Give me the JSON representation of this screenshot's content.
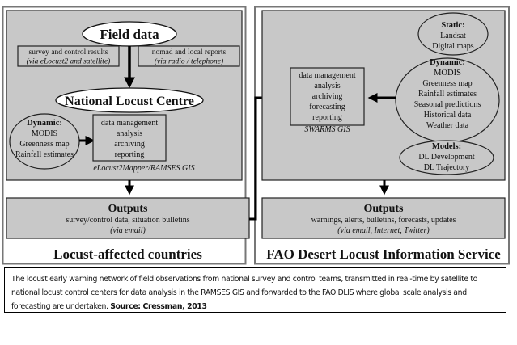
{
  "left_panel": {
    "title": "Locust-affected countries",
    "field_data": "Field data",
    "survey_box": {
      "line1": "survey and control results",
      "line2": "(via eLocust2 and satellite)"
    },
    "nomad_box": {
      "line1": "nomad and local reports",
      "line2": "(via radio / telephone)"
    },
    "national_centre": "National Locust Centre",
    "dynamic_ellipse": {
      "title": "Dynamic:",
      "items": [
        "MODIS",
        "Greenness map",
        "Rainfall estimates"
      ]
    },
    "process_box": {
      "items": [
        "data management",
        "analysis",
        "archiving",
        "reporting"
      ],
      "label": "eLocust2Mapper/RAMSES GIS"
    },
    "outputs": {
      "title": "Outputs",
      "line1": "survey/control data, situation bulletins",
      "line2": "(via email)"
    }
  },
  "right_panel": {
    "title": "FAO Desert Locust Information Service",
    "static_ellipse": {
      "title": "Static:",
      "items": [
        "Landsat",
        "Digital maps"
      ]
    },
    "dynamic_ellipse": {
      "title": "Dynamic:",
      "items": [
        "MODIS",
        "Greenness map",
        "Rainfall estimates",
        "Seasonal predictions",
        "Historical data",
        "Weather data"
      ]
    },
    "models_ellipse": {
      "title": "Models:",
      "items": [
        "DL Development",
        "DL Trajectory"
      ]
    },
    "process_box": {
      "items": [
        "data management",
        "analysis",
        "archiving",
        "forecasting",
        "reporting"
      ],
      "label": "SWARMS GIS"
    },
    "outputs": {
      "title": "Outputs",
      "line1": "warnings, alerts, bulletins, forecasts, updates",
      "line2": "(via email, Internet, Twitter)"
    }
  },
  "caption": {
    "text": "The locust early warning network of field observations from national survey and control teams, transmitted in real-time by satellite to national locust control centers for data analysis in the RAMSES GIS and forwarded to the FAO DLIS where global scale analysis and forecasting are undertaken. ",
    "source": "Source: Cressman, 2013"
  },
  "colors": {
    "panel_fill": "#c8c8c8",
    "frame": "#777777",
    "stroke": "#222222"
  }
}
